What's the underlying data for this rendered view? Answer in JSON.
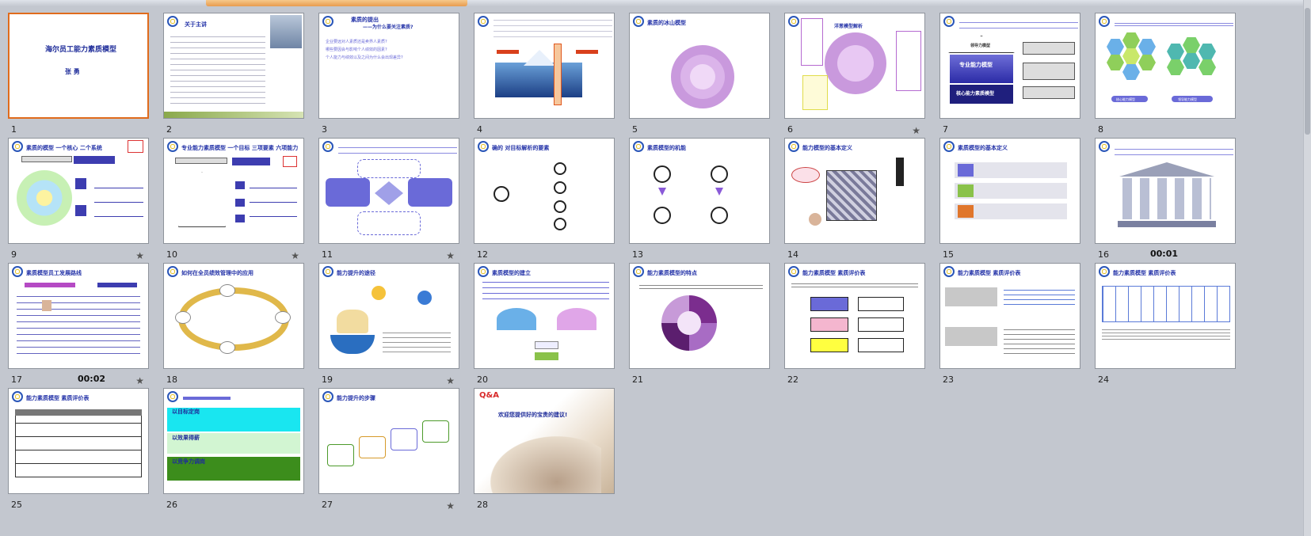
{
  "slides": [
    {
      "n": "1",
      "title": "海尔员工能力素质模型",
      "author": "张 勇",
      "star": false,
      "timing": ""
    },
    {
      "n": "2",
      "title": "关于主讲",
      "star": false,
      "timing": ""
    },
    {
      "n": "3",
      "title": "素质的提出",
      "subtitle": "——为什么要关注素质?",
      "lines": [
        "企业要远对人素质还是卖界人素质?",
        "哪些要因会与影响个人绩效的因素?",
        "个人能力与绩效以及之间为什么会出现差异?"
      ],
      "star": false,
      "timing": ""
    },
    {
      "n": "4",
      "star": false,
      "timing": ""
    },
    {
      "n": "5",
      "title": "素质的冰山模型",
      "star": false,
      "timing": ""
    },
    {
      "n": "6",
      "title": "洋葱模型解析",
      "star": true,
      "timing": ""
    },
    {
      "n": "7",
      "label_top": "领导力模型",
      "label_mid": "专业能力模型",
      "label_bot": "核心能力素质模型",
      "star": false,
      "timing": ""
    },
    {
      "n": "8",
      "btn1": "核心能力模型",
      "btn2": "领导能力模型",
      "star": false,
      "timing": ""
    },
    {
      "n": "9",
      "title": "素质的模型 一个核心 二个系统",
      "star": true,
      "timing": ""
    },
    {
      "n": "10",
      "title": "专业能力素质模型 一个目标 三项要素 六项能力",
      "star": true,
      "timing": ""
    },
    {
      "n": "11",
      "star": true,
      "timing": ""
    },
    {
      "n": "12",
      "title": "确的 对目标解析的要素",
      "star": false,
      "timing": ""
    },
    {
      "n": "13",
      "title": "素质模型的机能",
      "star": false,
      "timing": ""
    },
    {
      "n": "14",
      "title": "能力模型的基本定义",
      "star": false,
      "timing": ""
    },
    {
      "n": "15",
      "title": "素质模型的基本定义",
      "star": false,
      "timing": ""
    },
    {
      "n": "16",
      "star": false,
      "timing": "00:01"
    },
    {
      "n": "17",
      "title": "素质模型员工发展路线",
      "star": true,
      "timing": "00:02"
    },
    {
      "n": "18",
      "title": "如何在全员绩效管理中的应用",
      "star": false,
      "timing": ""
    },
    {
      "n": "19",
      "title": "能力提升的途径",
      "star": true,
      "timing": ""
    },
    {
      "n": "20",
      "title": "素质模型的建立",
      "star": false,
      "timing": ""
    },
    {
      "n": "21",
      "title": "能力素质模型的特点",
      "star": false,
      "timing": ""
    },
    {
      "n": "22",
      "title": "能力素质模型 素质评价表",
      "star": false,
      "timing": ""
    },
    {
      "n": "23",
      "title": "能力素质模型 素质评价表",
      "star": false,
      "timing": ""
    },
    {
      "n": "24",
      "title": "能力素质模型 素质评价表",
      "star": false,
      "timing": ""
    },
    {
      "n": "25",
      "title": "能力素质模型 素质评价表",
      "star": false,
      "timing": ""
    },
    {
      "n": "26",
      "bars": [
        "以目标定岗",
        "以效果得薪",
        "以竞争力调岗"
      ],
      "star": false,
      "timing": ""
    },
    {
      "n": "27",
      "title": "能力提升的步骤",
      "star": true,
      "timing": ""
    },
    {
      "n": "28",
      "qa": "Q&A",
      "thanks": "欢迎您提供好的宝贵的建议!",
      "star": false,
      "timing": ""
    }
  ],
  "icons": {
    "star": "★",
    "logo": "haier-logo-icon"
  },
  "colors": {
    "selected": "#e06b1c",
    "title": "#2433a8",
    "background": "#c3c7cf"
  }
}
